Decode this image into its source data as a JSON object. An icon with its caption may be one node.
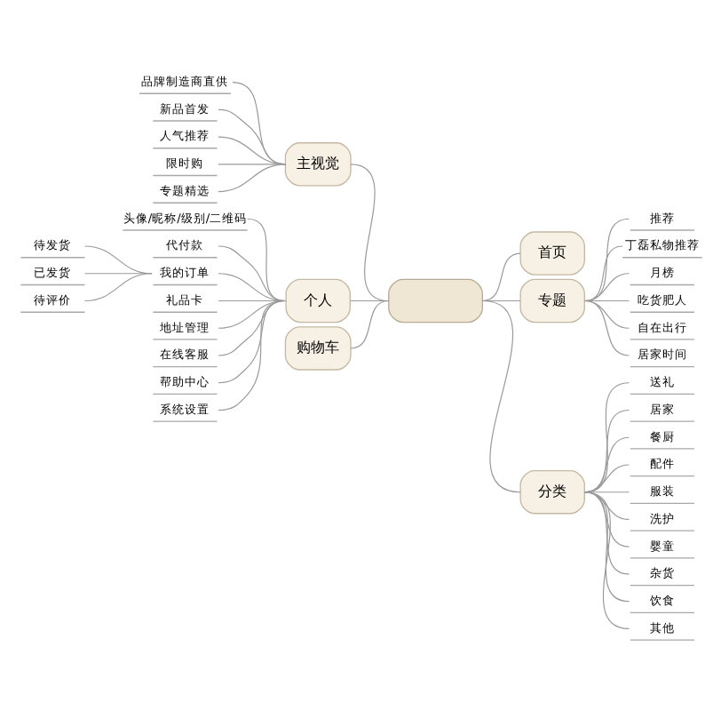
{
  "diagram": {
    "nodes": [
      {
        "text": [],
        "shape": "box"
      },
      {
        "text": [
          "主视觉"
        ]
      },
      {
        "text": [
          "品牌制造商直供"
        ]
      },
      {
        "text": [
          "新品首发"
        ]
      },
      {
        "text": [
          "人气推荐"
        ]
      },
      {
        "text": [
          "限时购"
        ]
      },
      {
        "text": [
          "专题精选"
        ]
      },
      {
        "text": [
          "首页"
        ]
      },
      {
        "text": [
          "专题"
        ]
      },
      {
        "text": [
          "推荐"
        ]
      },
      {
        "text": [
          "丁磊私物推荐"
        ]
      },
      {
        "text": [
          "月榜"
        ]
      },
      {
        "text": [
          "吃货肥人"
        ]
      },
      {
        "text": [
          "自在出行"
        ]
      },
      {
        "text": [
          "居家时间"
        ]
      },
      {
        "text": [
          "个人"
        ]
      },
      {
        "text": [
          "头像/昵称/级别/二维码"
        ]
      },
      {
        "text": [
          "代付款"
        ]
      },
      {
        "text": [
          "我的订单"
        ]
      },
      {
        "text": [
          "待发货"
        ]
      },
      {
        "text": [
          "已发货"
        ]
      },
      {
        "text": [
          "待评价"
        ]
      },
      {
        "text": [
          "礼品卡"
        ]
      },
      {
        "text": [
          "地址管理"
        ]
      },
      {
        "text": [
          "在线客服"
        ]
      },
      {
        "text": [
          "帮助中心"
        ]
      },
      {
        "text": [
          "系统设置"
        ]
      },
      {
        "text": [
          "购物车"
        ]
      },
      {
        "text": [
          "分类"
        ]
      },
      {
        "text": [
          "送礼"
        ]
      },
      {
        "text": [
          "居家"
        ]
      },
      {
        "text": [
          "餐厨"
        ]
      },
      {
        "text": [
          "配件"
        ]
      },
      {
        "text": [
          "服装"
        ]
      },
      {
        "text": [
          "洗护"
        ]
      },
      {
        "text": [
          "婴童"
        ]
      },
      {
        "text": [
          "杂货"
        ]
      },
      {
        "text": [
          "饮食"
        ]
      },
      {
        "text": [
          "其他"
        ]
      }
    ],
    "edges": [
      {
        "from": 0,
        "to": 1,
        "arrow": "none"
      },
      {
        "from": 1,
        "to": 2,
        "arrow": "none"
      },
      {
        "from": 1,
        "to": 3,
        "arrow": "none"
      },
      {
        "from": 1,
        "to": 4,
        "arrow": "none"
      },
      {
        "from": 1,
        "to": 5,
        "arrow": "none"
      },
      {
        "from": 1,
        "to": 6,
        "arrow": "none"
      },
      {
        "from": 0,
        "to": 7,
        "arrow": "none"
      },
      {
        "from": 0,
        "to": 8,
        "arrow": "none"
      },
      {
        "from": 8,
        "to": 9,
        "arrow": "none"
      },
      {
        "from": 8,
        "to": 10,
        "arrow": "none"
      },
      {
        "from": 8,
        "to": 11,
        "arrow": "none"
      },
      {
        "from": 8,
        "to": 12,
        "arrow": "none"
      },
      {
        "from": 8,
        "to": 13,
        "arrow": "none"
      },
      {
        "from": 8,
        "to": 14,
        "arrow": "none"
      },
      {
        "from": 0,
        "to": 15,
        "arrow": "none"
      },
      {
        "from": 15,
        "to": 16,
        "arrow": "none"
      },
      {
        "from": 15,
        "to": 17,
        "arrow": "none"
      },
      {
        "from": 15,
        "to": 18,
        "arrow": "none"
      },
      {
        "from": 18,
        "to": 19,
        "arrow": "none"
      },
      {
        "from": 18,
        "to": 20,
        "arrow": "none"
      },
      {
        "from": 18,
        "to": 21,
        "arrow": "none"
      },
      {
        "from": 15,
        "to": 22,
        "arrow": "none"
      },
      {
        "from": 15,
        "to": 23,
        "arrow": "none"
      },
      {
        "from": 15,
        "to": 24,
        "arrow": "none"
      },
      {
        "from": 15,
        "to": 25,
        "arrow": "none"
      },
      {
        "from": 15,
        "to": 26,
        "arrow": "none"
      },
      {
        "from": 0,
        "to": 27,
        "arrow": "none"
      },
      {
        "from": 0,
        "to": 28,
        "arrow": "none"
      },
      {
        "from": 28,
        "to": 29,
        "arrow": "none"
      },
      {
        "from": 28,
        "to": 30,
        "arrow": "none"
      },
      {
        "from": 28,
        "to": 31,
        "arrow": "none"
      },
      {
        "from": 28,
        "to": 32,
        "arrow": "none"
      },
      {
        "from": 28,
        "to": 33,
        "arrow": "none"
      },
      {
        "from": 28,
        "to": 34,
        "arrow": "none"
      },
      {
        "from": 28,
        "to": 35,
        "arrow": "none"
      },
      {
        "from": 28,
        "to": 36,
        "arrow": "none"
      },
      {
        "from": 28,
        "to": 37,
        "arrow": "none"
      },
      {
        "from": 28,
        "to": 38,
        "arrow": "none"
      }
    ]
  }
}
